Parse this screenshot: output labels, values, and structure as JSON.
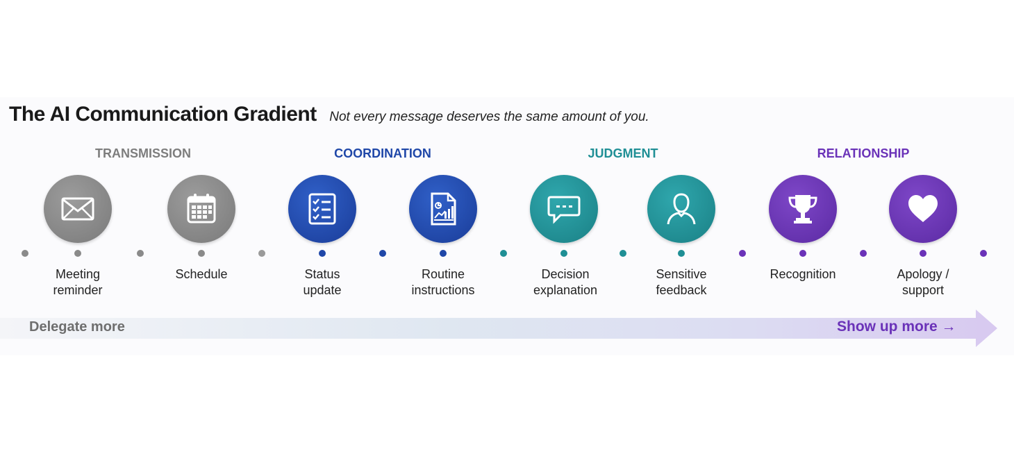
{
  "title": "The AI Communication Gradient",
  "subtitle": "Not every message deserves the same amount of you.",
  "colors": {
    "transmission": "#8a8a8a",
    "coordination": "#1f47a8",
    "judgment": "#1f8f95",
    "relationship": "#6a32b8"
  },
  "categories": [
    {
      "label": "TRANSMISSION",
      "color": "#7d7d7d"
    },
    {
      "label": "COORDINATION",
      "color": "#1f47a8"
    },
    {
      "label": "JUDGMENT",
      "color": "#1f8f95"
    },
    {
      "label": "RELATIONSHIP",
      "color": "#6a32b8"
    }
  ],
  "items": [
    {
      "label_line1": "Meeting",
      "label_line2": "reminder",
      "icon": "envelope-icon"
    },
    {
      "label_line1": "Schedule",
      "label_line2": "",
      "icon": "calendar-icon"
    },
    {
      "label_line1": "Status",
      "label_line2": "update",
      "icon": "checklist-icon"
    },
    {
      "label_line1": "Routine",
      "label_line2": "instructions",
      "icon": "document-chart-icon"
    },
    {
      "label_line1": "Decision",
      "label_line2": "explanation",
      "icon": "speech-bubble-icon"
    },
    {
      "label_line1": "Sensitive",
      "label_line2": "feedback",
      "icon": "person-icon"
    },
    {
      "label_line1": "Recognition",
      "label_line2": "",
      "icon": "trophy-icon"
    },
    {
      "label_line1": "Apology /",
      "label_line2": "support",
      "icon": "heart-icon"
    }
  ],
  "bottom": {
    "left_label": "Delegate more",
    "right_label": "Show up more",
    "right_arrow": "→"
  }
}
